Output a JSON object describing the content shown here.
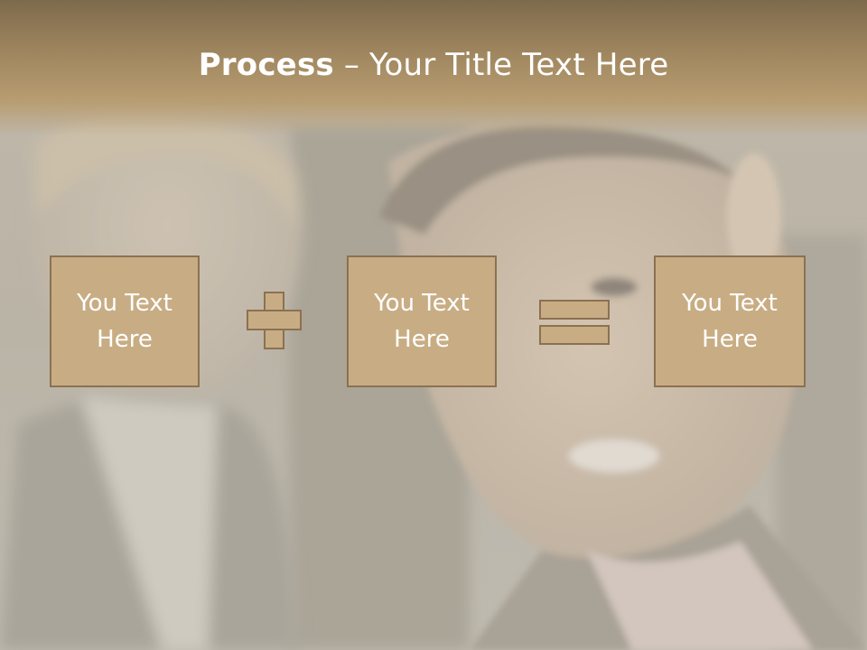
{
  "slide": {
    "title_bold": "Process",
    "title_rest": " – Your Title Text Here"
  },
  "process": {
    "steps": [
      {
        "label_line1": "You Text",
        "label_line2": "Here"
      },
      {
        "label_line1": "You Text",
        "label_line2": "Here"
      },
      {
        "label_line1": "You Text",
        "label_line2": "Here"
      }
    ],
    "operators": [
      "plus",
      "equals"
    ]
  },
  "colors": {
    "header": "#a48a62",
    "box_fill": "#c8ad84",
    "box_border": "#8b7152",
    "text": "#ffffff"
  }
}
